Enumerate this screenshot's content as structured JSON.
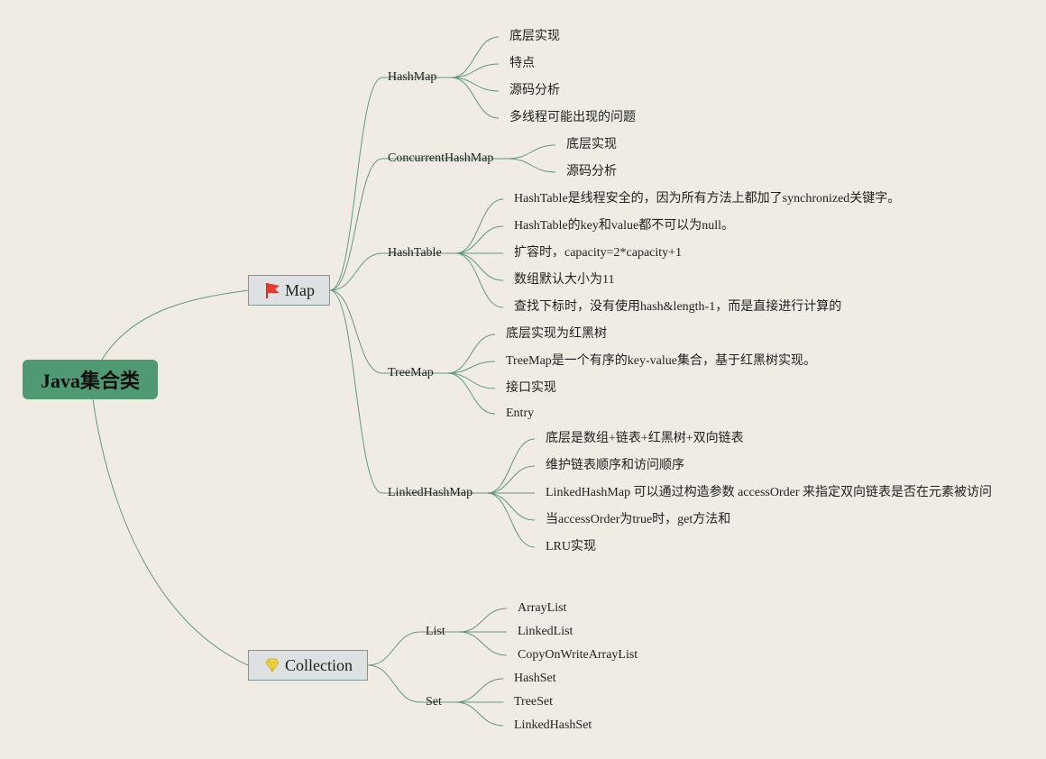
{
  "root": "Java集合类",
  "map": {
    "label": "Map",
    "icon": "red-flag-icon",
    "children": [
      {
        "label": "HashMap",
        "items": [
          "底层实现",
          "特点",
          "源码分析",
          "多线程可能出现的问题"
        ]
      },
      {
        "label": "ConcurrentHashMap",
        "items": [
          "底层实现",
          "源码分析"
        ]
      },
      {
        "label": "HashTable",
        "items": [
          "HashTable是线程安全的，因为所有方法上都加了synchronized关键字。",
          "HashTable的key和value都不可以为null。",
          "扩容时，capacity=2*capacity+1",
          "数组默认大小为11",
          "查找下标时，没有使用hash&length-1，而是直接进行计算的"
        ]
      },
      {
        "label": "TreeMap",
        "items": [
          "底层实现为红黑树",
          "TreeMap是一个有序的key-value集合，基于红黑树实现。",
          "接口实现",
          "Entry"
        ]
      },
      {
        "label": "LinkedHashMap",
        "items": [
          "底层是数组+链表+红黑树+双向链表",
          "维护链表顺序和访问顺序",
          "LinkedHashMap 可以通过构造参数 accessOrder 来指定双向链表是否在元素被访问",
          "当accessOrder为true时，get方法和",
          "LRU实现"
        ]
      }
    ]
  },
  "collection": {
    "label": "Collection",
    "icon": "gem-icon",
    "children": [
      {
        "label": "List",
        "items": [
          "ArrayList",
          "LinkedList",
          "CopyOnWriteArrayList"
        ]
      },
      {
        "label": "Set",
        "items": [
          "HashSet",
          "TreeSet",
          "LinkedHashSet"
        ]
      }
    ]
  },
  "colors": {
    "background": "#f0ece3",
    "line": "#5f9a80",
    "root_fill": "#4f9a72",
    "main_fill": "#dde1e1"
  }
}
